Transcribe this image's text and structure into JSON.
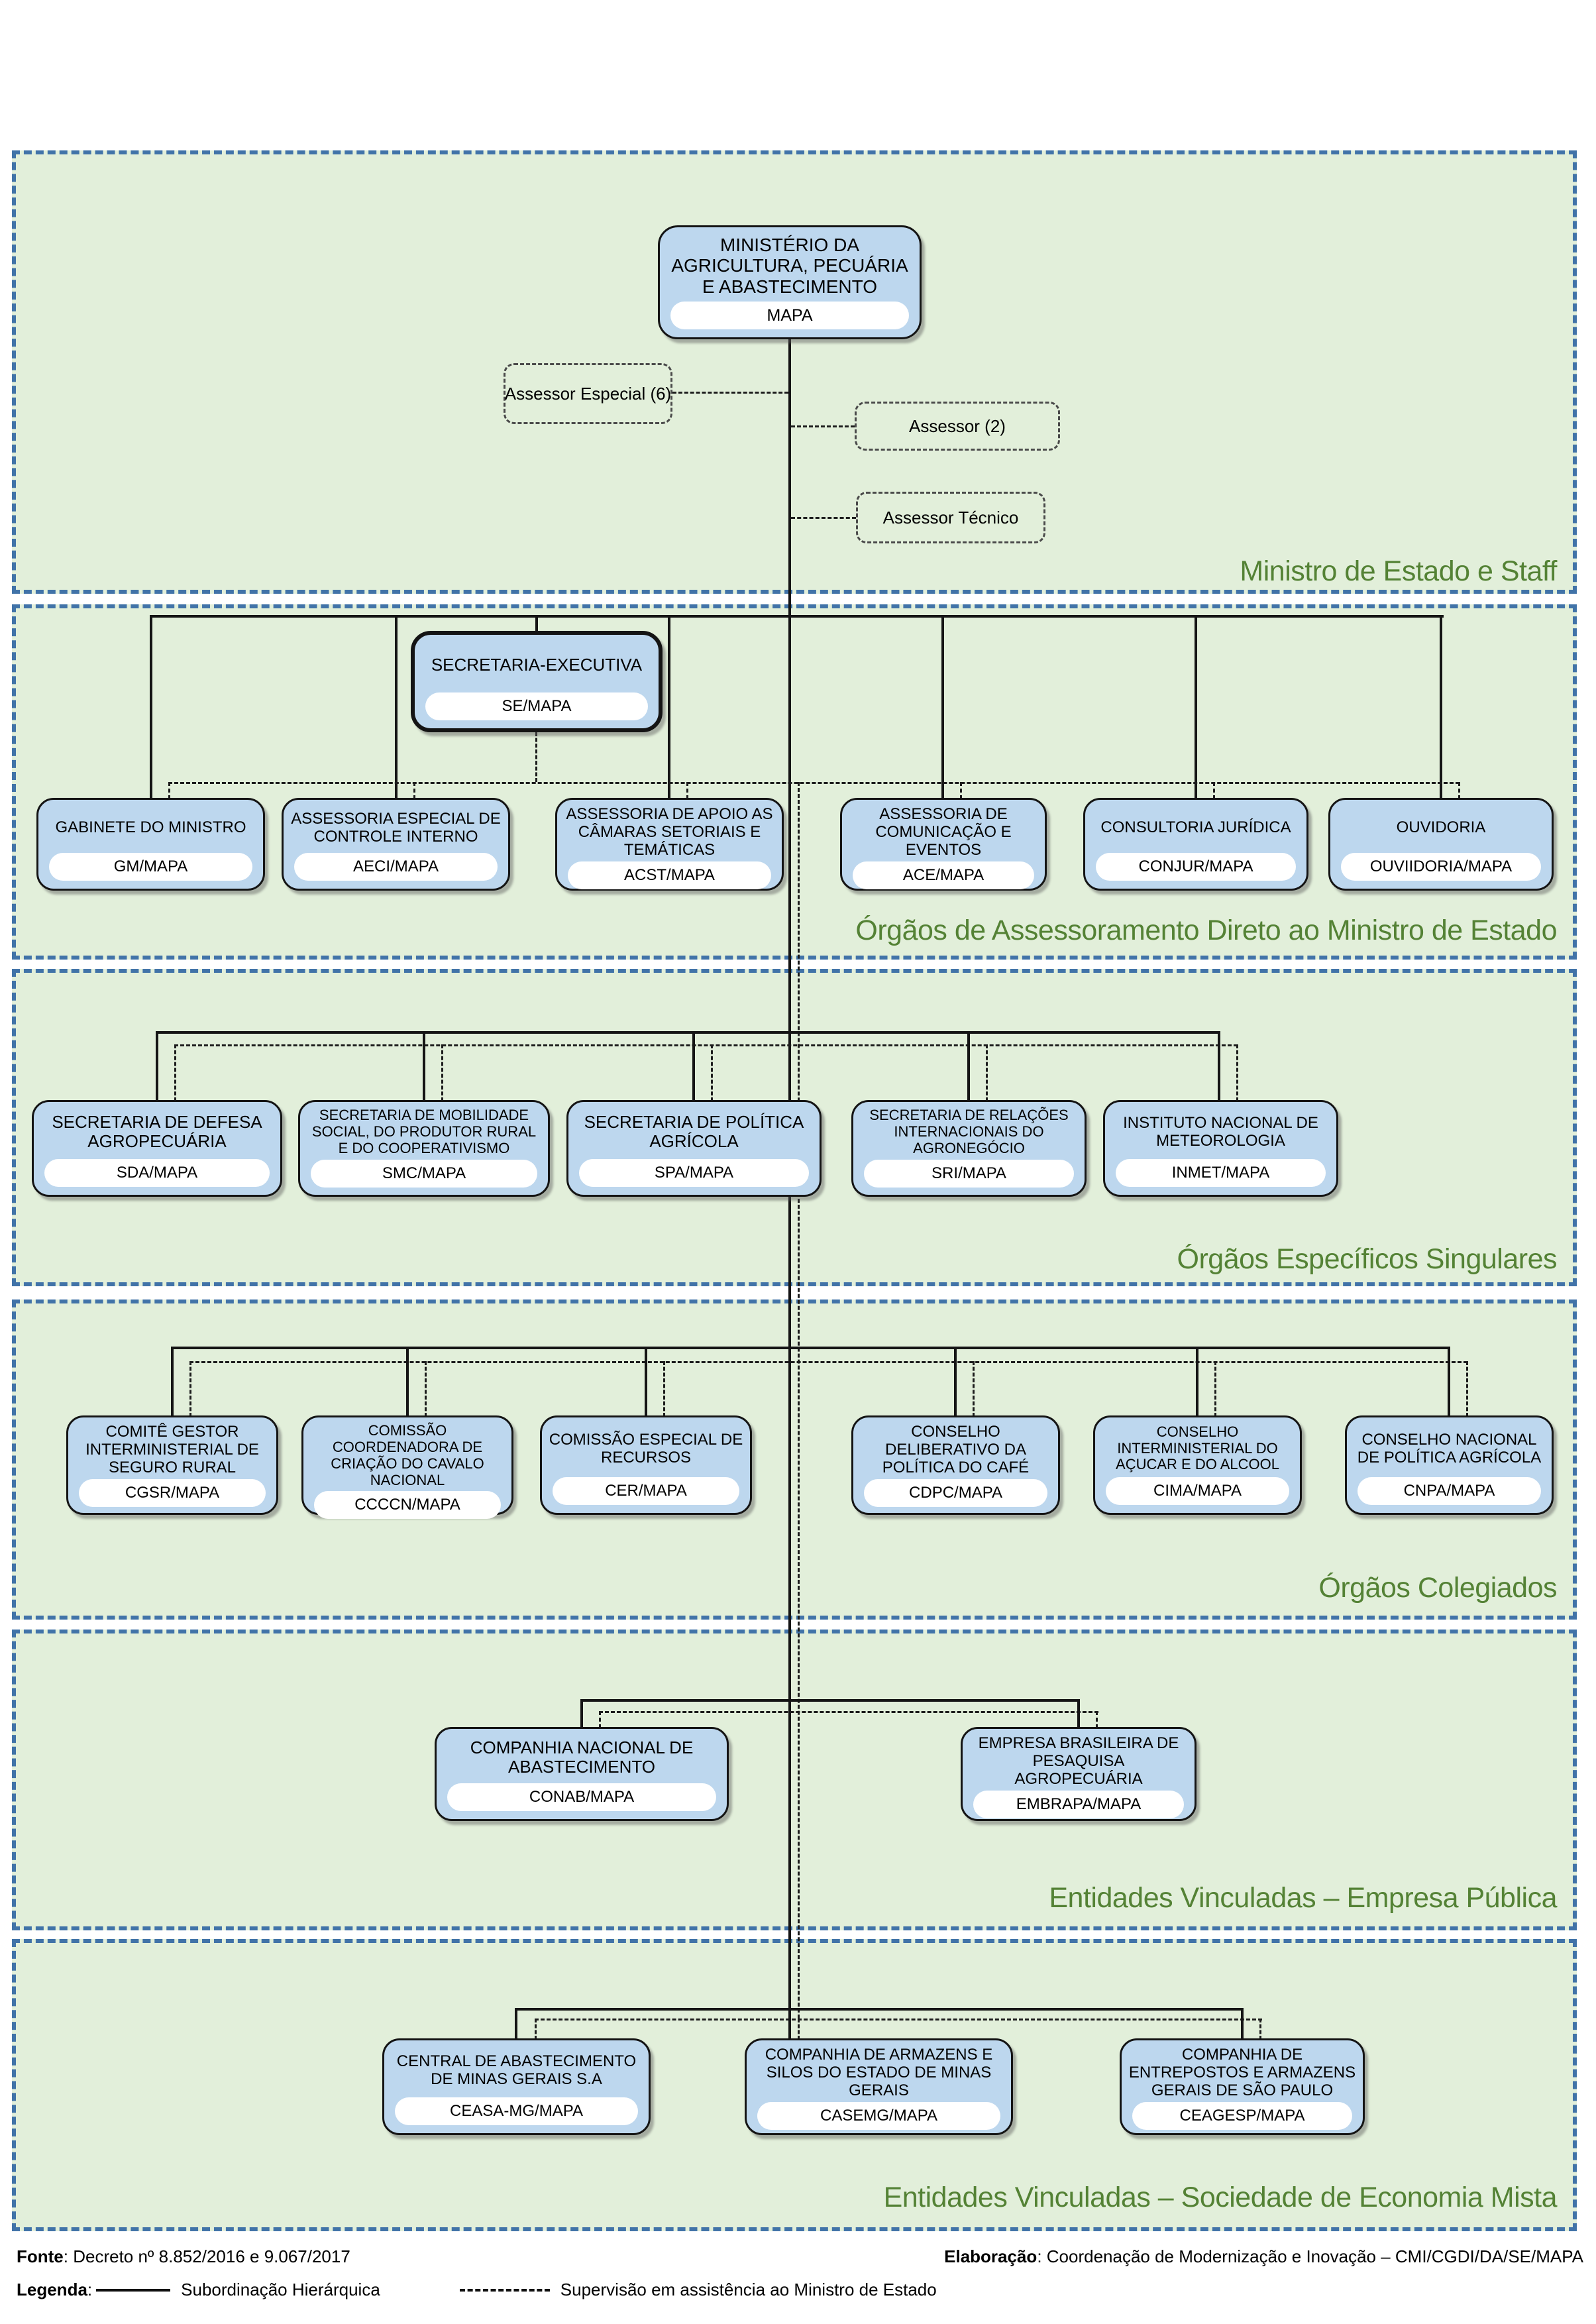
{
  "document_title": "Organograma - Ministério da Agricultura, Pecuária e Abastecimento",
  "colors": {
    "section_fill": "#e2efda",
    "section_border": "#4173a8",
    "node_fill": "#bdd7ee",
    "node_border": "#141414",
    "section_label_text": "#548235"
  },
  "sections": [
    {
      "label": "Ministro de Estado e Staff",
      "ministry": {
        "title": "MINISTÉRIO DA AGRICULTURA, PECUÁRIA E ABASTECIMENTO",
        "code": "MAPA"
      },
      "staff": [
        {
          "label": "Assessor Especial (6)"
        },
        {
          "label": "Assessor (2)"
        },
        {
          "label": "Assessor Técnico"
        }
      ]
    },
    {
      "label": "Órgãos de Assessoramento Direto ao Ministro de Estado",
      "executive": {
        "title": "SECRETARIA-EXECUTIVA",
        "code": "SE/MAPA"
      },
      "nodes": [
        {
          "title": "GABINETE DO MINISTRO",
          "code": "GM/MAPA"
        },
        {
          "title": "ASSESSORIA ESPECIAL DE CONTROLE INTERNO",
          "code": "AECI/MAPA"
        },
        {
          "title": "ASSESSORIA DE APOIO AS CÂMARAS SETORIAIS E TEMÁTICAS",
          "code": "ACST/MAPA"
        },
        {
          "title": "ASSESSORIA DE COMUNICAÇÃO E EVENTOS",
          "code": "ACE/MAPA"
        },
        {
          "title": "CONSULTORIA JURÍDICA",
          "code": "CONJUR/MAPA"
        },
        {
          "title": "OUVIDORIA",
          "code": "OUVIIDORIA/MAPA"
        }
      ]
    },
    {
      "label": "Órgãos Específicos Singulares",
      "nodes": [
        {
          "title": "SECRETARIA DE DEFESA AGROPECUÁRIA",
          "code": "SDA/MAPA"
        },
        {
          "title": "SECRETARIA DE MOBILIDADE SOCIAL, DO PRODUTOR RURAL E DO COOPERATIVISMO",
          "code": "SMC/MAPA"
        },
        {
          "title": "SECRETARIA DE POLÍTICA AGRÍCOLA",
          "code": "SPA/MAPA"
        },
        {
          "title": "SECRETARIA DE RELAÇÕES INTERNACIONAIS DO AGRONEGÓCIO",
          "code": "SRI/MAPA"
        },
        {
          "title": "INSTITUTO NACIONAL DE METEOROLOGIA",
          "code": "INMET/MAPA"
        }
      ]
    },
    {
      "label": "Órgãos Colegiados",
      "nodes": [
        {
          "title": "COMITÊ GESTOR INTERMINISTERIAL DE SEGURO RURAL",
          "code": "CGSR/MAPA"
        },
        {
          "title": "COMISSÃO COORDENADORA DE CRIAÇÃO DO CAVALO NACIONAL",
          "code": "CCCCN/MAPA"
        },
        {
          "title": "COMISSÃO ESPECIAL DE RECURSOS",
          "code": "CER/MAPA"
        },
        {
          "title": "CONSELHO DELIBERATIVO DA POLÍTICA DO CAFÉ",
          "code": "CDPC/MAPA"
        },
        {
          "title": "CONSELHO INTERMINISTERIAL DO AÇUCAR E DO ALCOOL",
          "code": "CIMA/MAPA"
        },
        {
          "title": "CONSELHO NACIONAL DE POLÍTICA AGRÍCOLA",
          "code": "CNPA/MAPA"
        }
      ]
    },
    {
      "label": "Entidades Vinculadas – Empresa Pública",
      "nodes": [
        {
          "title": "COMPANHIA NACIONAL DE ABASTECIMENTO",
          "code": "CONAB/MAPA"
        },
        {
          "title": "EMPRESA BRASILEIRA DE PESAQUISA AGROPECUÁRIA",
          "code": "EMBRAPA/MAPA"
        }
      ]
    },
    {
      "label": "Entidades Vinculadas – Sociedade de Economia Mista",
      "nodes": [
        {
          "title": "CENTRAL DE ABASTECIMENTO DE MINAS GERAIS S.A",
          "code": "CEASA-MG/MAPA"
        },
        {
          "title": "COMPANHIA DE ARMAZENS E SILOS DO ESTADO DE MINAS GERAIS",
          "code": "CASEMG/MAPA"
        },
        {
          "title": "COMPANHIA DE ENTREPOSTOS E ARMAZENS GERAIS DE SÃO PAULO",
          "code": "CEAGESP/MAPA"
        }
      ]
    }
  ],
  "footer": {
    "fonte_label": "Fonte",
    "fonte_text": ": Decreto nº 8.852/2016 e 9.067/2017",
    "legenda_label": "Legenda",
    "legenda_colon": ":",
    "legend_solid": "Subordinação Hierárquica",
    "legend_dashed": "Supervisão em assistência ao Ministro de Estado",
    "elaboracao_label": "Elaboração",
    "elaboracao_text": ": Coordenação de Modernização e Inovação – CMI/CGDI/DA/SE/MAPA"
  }
}
